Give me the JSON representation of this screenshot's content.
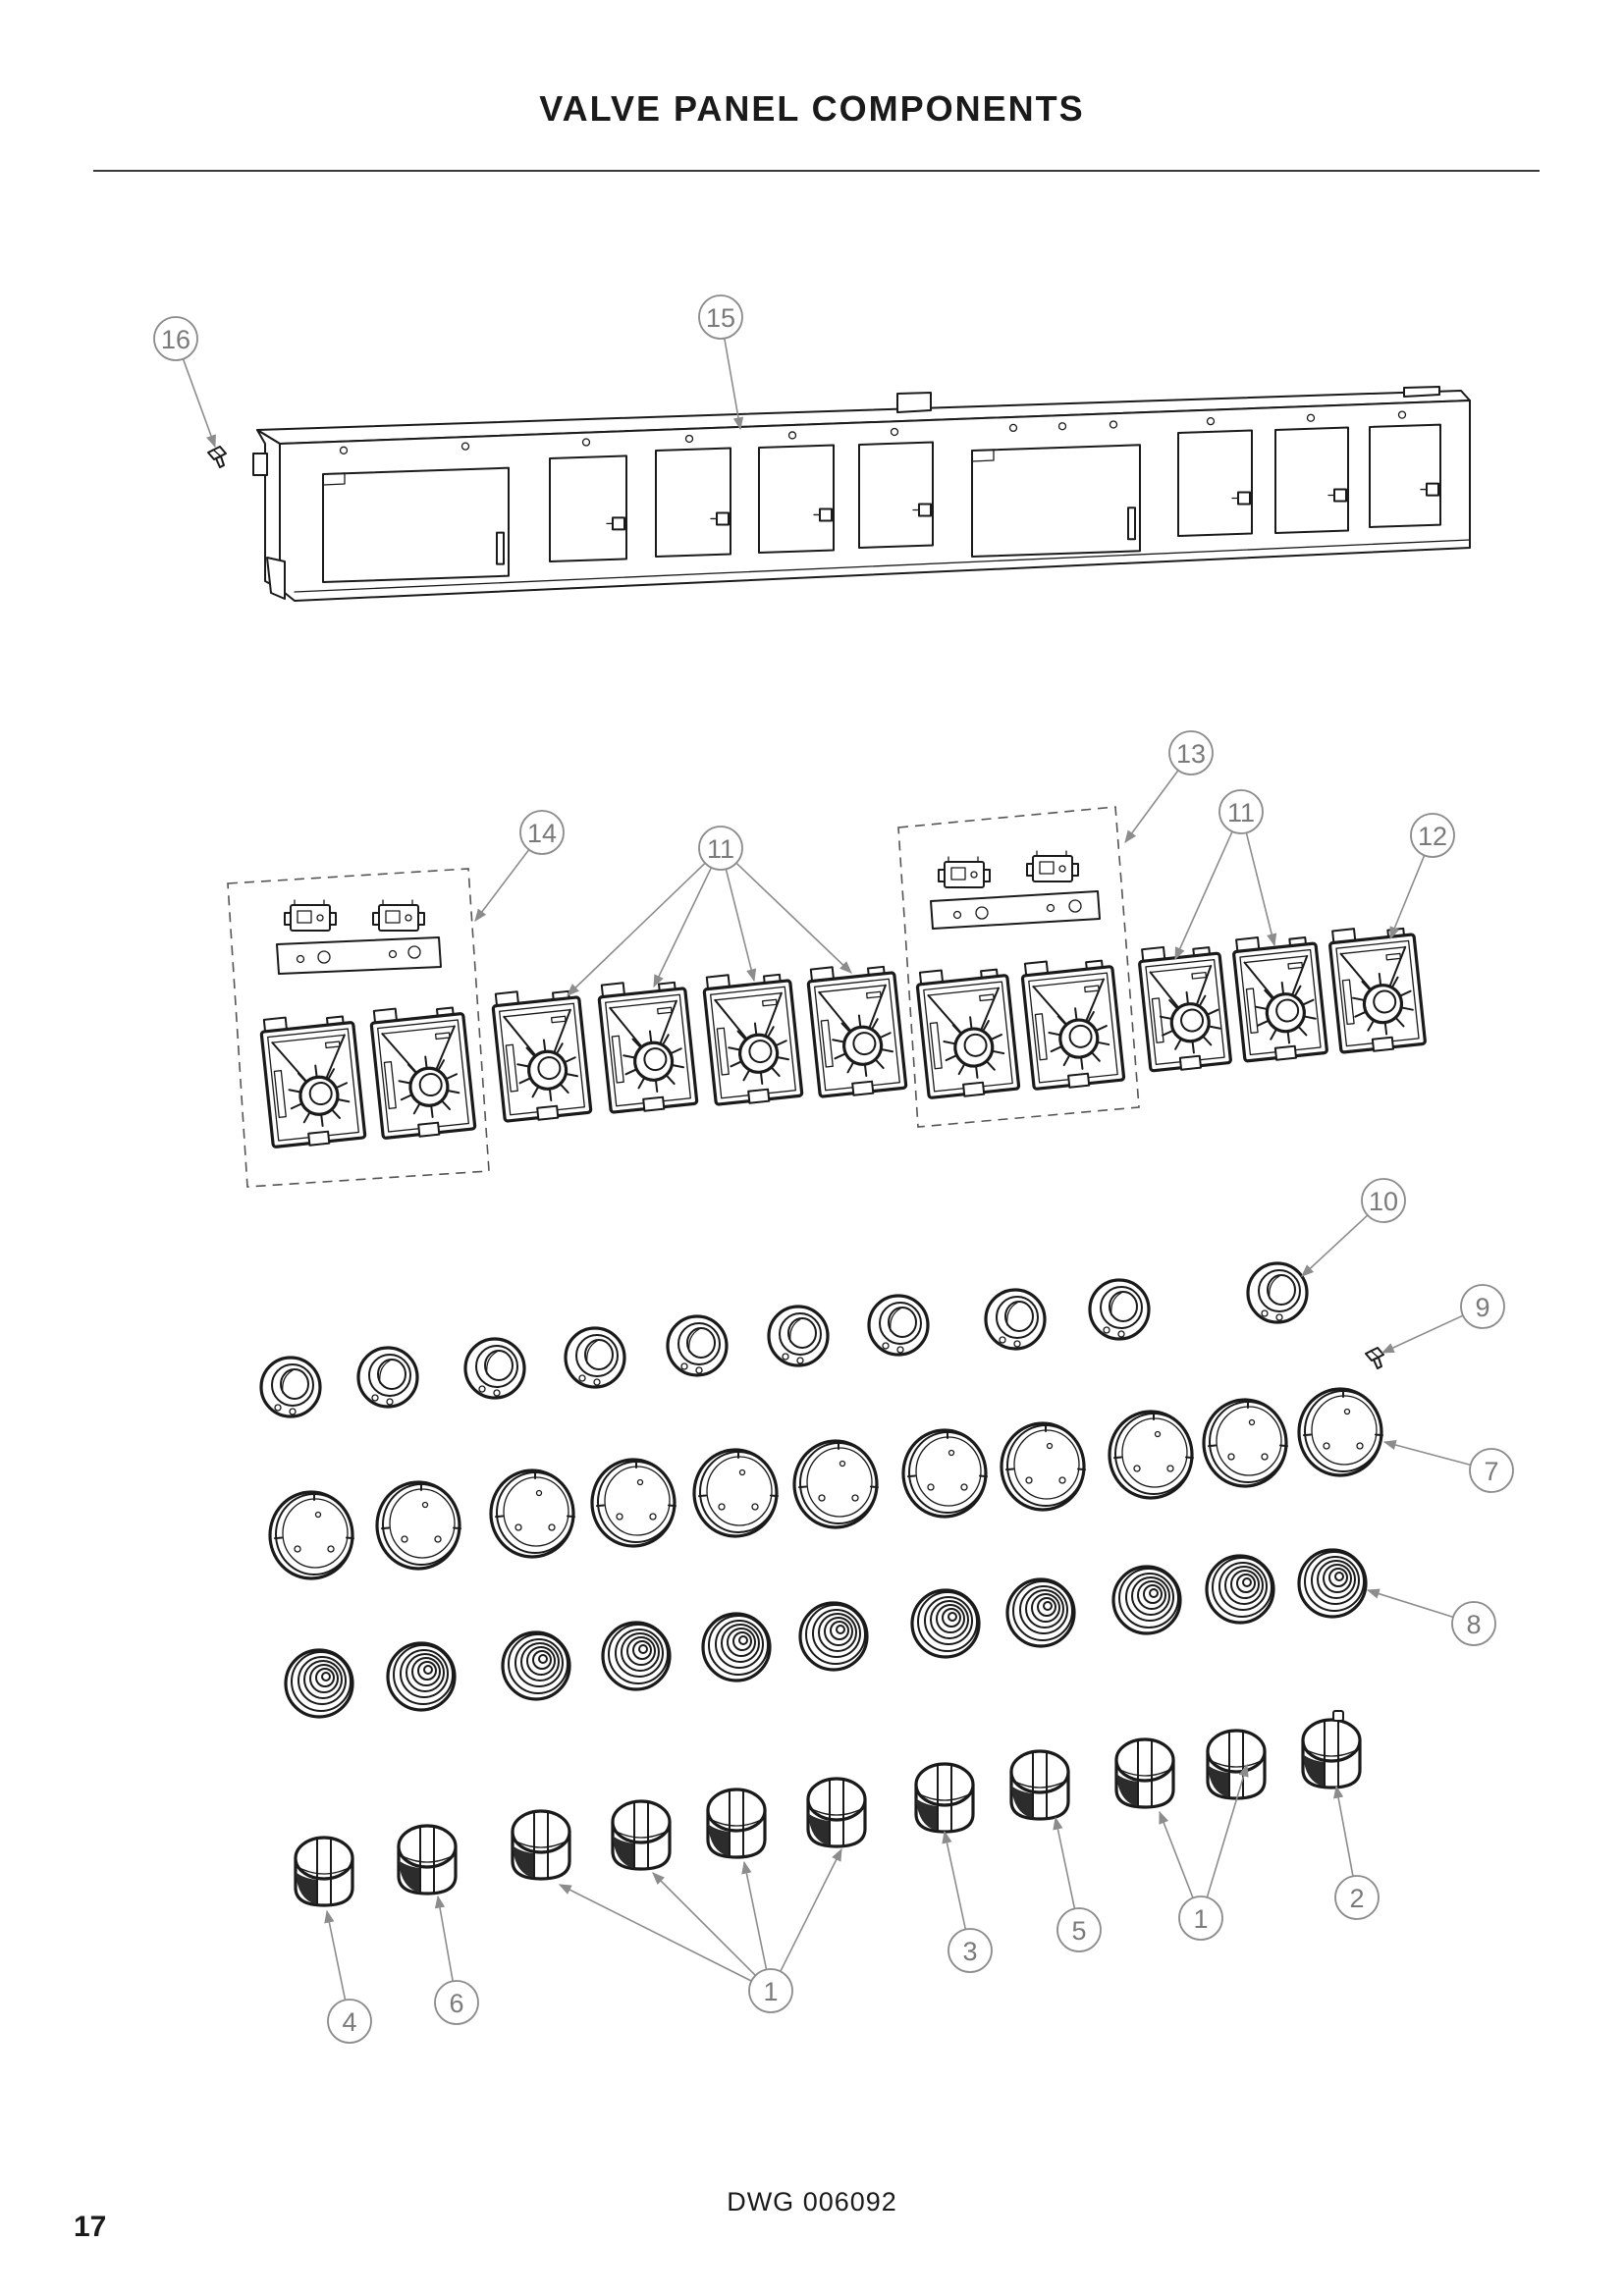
{
  "page": {
    "title": "VALVE PANEL COMPONENTS",
    "page_number": "17",
    "drawing_number": "DWG 006092"
  },
  "diagram": {
    "callouts": [
      "16",
      "15",
      "14",
      "11",
      "13",
      "11",
      "12",
      "10",
      "9",
      "7",
      "8",
      "2",
      "1",
      "5",
      "3",
      "1",
      "6",
      "4"
    ]
  },
  "colors": {
    "linework": "#1a1a1a",
    "callouts": "#8c8c8c",
    "rule": "#3a3a3a"
  }
}
